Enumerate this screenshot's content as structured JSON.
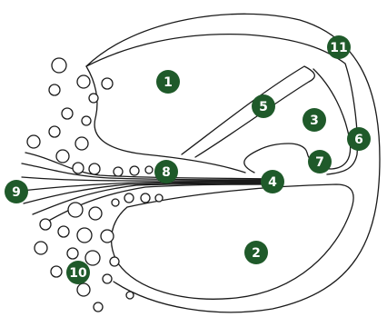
{
  "labels": [
    {
      "id": "1",
      "text": "1",
      "part": "upper-chamber"
    },
    {
      "id": "2",
      "text": "2",
      "part": "lower-chamber"
    },
    {
      "id": "3",
      "text": "3",
      "part": "inner-sac"
    },
    {
      "id": "4",
      "text": "4",
      "part": "central-junction"
    },
    {
      "id": "5",
      "text": "5",
      "part": "inner-membrane"
    },
    {
      "id": "6",
      "text": "6",
      "part": "outer-wall"
    },
    {
      "id": "7",
      "text": "7",
      "part": "inner-tip"
    },
    {
      "id": "8",
      "text": "8",
      "part": "fiber-bundle"
    },
    {
      "id": "9",
      "text": "9",
      "part": "fiber-spread"
    },
    {
      "id": "10",
      "text": "10",
      "part": "bubbles"
    },
    {
      "id": "11",
      "text": "11",
      "part": "outer-capsule"
    }
  ],
  "colors": {
    "badge": "#1f5a2a",
    "badge_text": "#ffffff",
    "outline": "#1a1a1a",
    "background": "#ffffff"
  }
}
